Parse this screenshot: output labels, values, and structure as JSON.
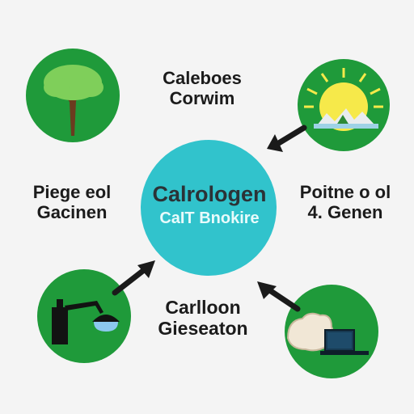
{
  "colors": {
    "background": "#f4f4f4",
    "node_green": "#1f9a3a",
    "hub_cyan": "#31c3cc",
    "arrow": "#1a1a1a",
    "text": "#1b1b1b"
  },
  "center": {
    "line1": "Calrologen",
    "line2": "CaIT Bnokire"
  },
  "labels": {
    "top": [
      "Caleboes",
      "Corwim"
    ],
    "left": [
      "Piege eol",
      "Gacinen"
    ],
    "right": [
      "Poitne o ol",
      "4. Genen"
    ],
    "bottom": [
      "Carlloon",
      "Gieseaton"
    ]
  },
  "icons": {
    "top_left": "tree-icon",
    "top_right": "sun-landscape-icon",
    "bottom_left": "lamp-icon",
    "bottom_right": "rock-laptop-icon"
  }
}
